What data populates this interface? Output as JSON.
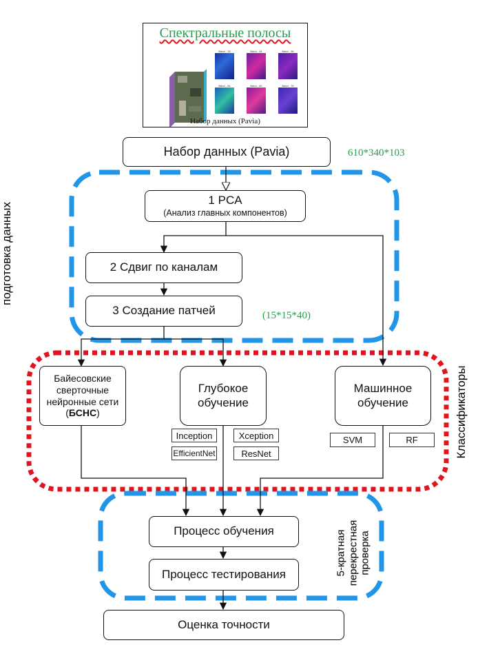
{
  "dataset_panel": {
    "title": "Спектральные полосы",
    "caption": "Набор данных (Pavia)",
    "bands": [
      "Band - 15",
      "Band - 44",
      "Band - 56",
      "Band - 84",
      "Band - 82",
      "Band - 76"
    ]
  },
  "nodes": {
    "dataset": "Набор данных (Pavia)",
    "pca_title": "1 PCA",
    "pca_subtitle": "(Анализ главных компонентов)",
    "shift": "2 Сдвиг по каналам",
    "patches": "3 Создание патчей",
    "bcnn_line1": "Байесовские",
    "bcnn_line2": "сверточные",
    "bcnn_line3": "нейронные сети",
    "bcnn_paren_open": "(",
    "bcnn_abbr": "БСНС",
    "bcnn_paren_close": ")",
    "deep_line1": "Глубокое",
    "deep_line2": "обучение",
    "ml_line1": "Машинное",
    "ml_line2": "обучение",
    "training": "Процесс обучения",
    "testing": "Процесс тестирования",
    "accuracy": "Оценка точности"
  },
  "models": {
    "deep": [
      "Inception",
      "Xception",
      "EfficientNet",
      "ResNet"
    ],
    "ml": [
      "SVM",
      "RF"
    ]
  },
  "annotations": {
    "dataset_size": "610*340*103",
    "patch_size": "(15*15*40)",
    "group_preprocessing": "подготовка данных",
    "group_classifiers": "Классификаторы",
    "group_cv_line1": "5-кратная",
    "group_cv_line2": "перекрестная",
    "group_cv_line3": "проверка"
  },
  "colors": {
    "blue_dashed": "#2196e8",
    "red_dotted": "#e0141e",
    "green_text": "#22a04a"
  }
}
